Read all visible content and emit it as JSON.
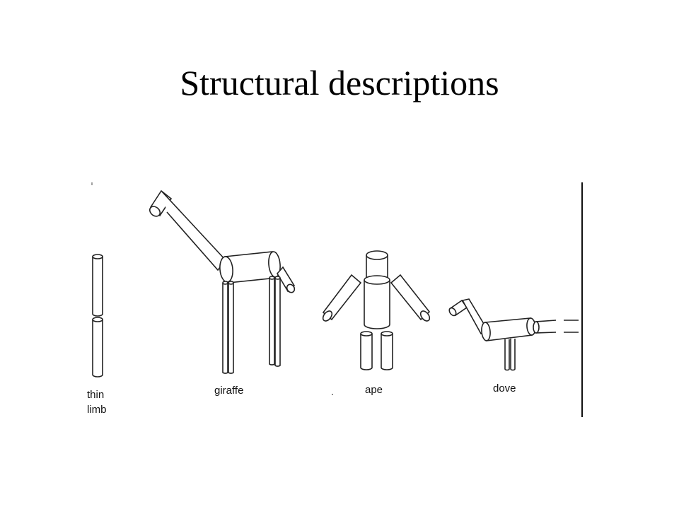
{
  "slide": {
    "title": "Structural descriptions"
  },
  "figure": {
    "labels": {
      "thin_limb_line1": "thin",
      "thin_limb_line2": "limb",
      "giraffe": "giraffe",
      "ape": "ape",
      "dove": "dove"
    }
  }
}
